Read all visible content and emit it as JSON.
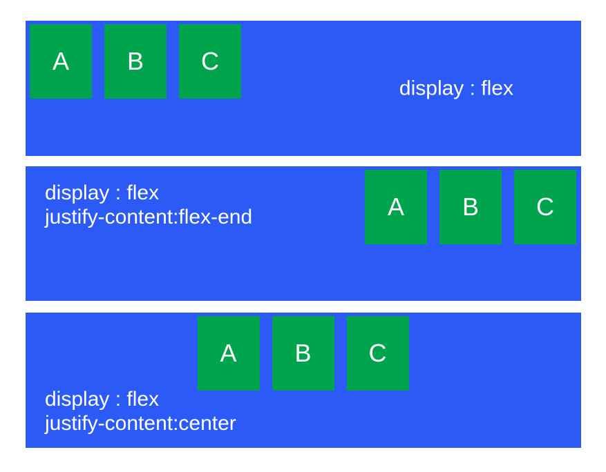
{
  "colors": {
    "container_blue": "#2C5AF6",
    "item_green": "#00A44C",
    "label_text": "#FFFFFF",
    "page_background": "#FFFFFF"
  },
  "containers": [
    {
      "name": "display-flex-default",
      "justify_content": "flex-start",
      "label_lines": [
        "display : flex"
      ],
      "boxes": [
        "A",
        "B",
        "C"
      ]
    },
    {
      "name": "justify-content-flex-end",
      "justify_content": "flex-end",
      "label_lines": [
        "display : flex",
        "justify-content:flex-end"
      ],
      "boxes": [
        "A",
        "B",
        "C"
      ]
    },
    {
      "name": "justify-content-center",
      "justify_content": "center",
      "label_lines": [
        "display : flex",
        "justify-content:center"
      ],
      "boxes": [
        "A",
        "B",
        "C"
      ]
    }
  ]
}
